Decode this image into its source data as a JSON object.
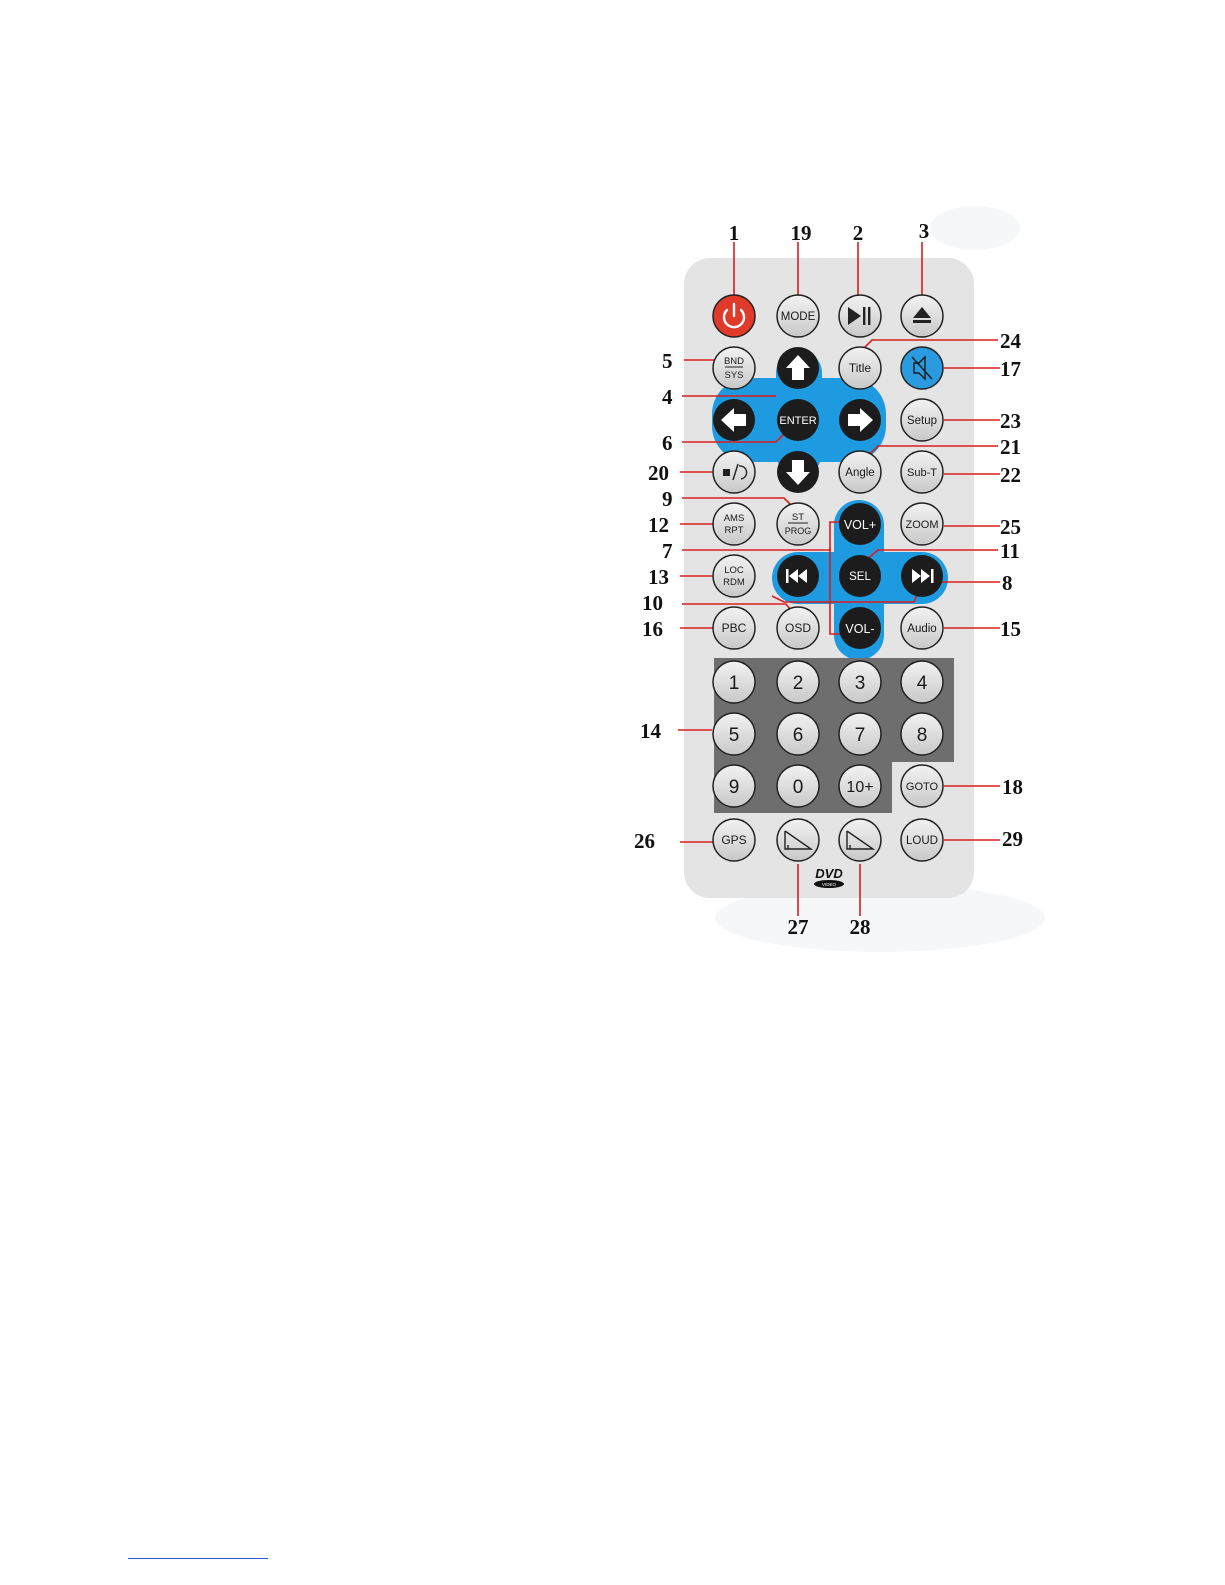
{
  "buttons": {
    "mode": "MODE",
    "title": "Title",
    "bnd": "BND",
    "sys": "SYS",
    "enter": "ENTER",
    "setup": "Setup",
    "angle": "Angle",
    "subt": "Sub-T",
    "st": "ST",
    "prog": "PROG",
    "ams": "AMS",
    "rpt": "RPT",
    "volplus": "VOL+",
    "zoom": "ZOOM",
    "loc": "LOC",
    "rdm": "RDM",
    "sel": "SEL",
    "pbc": "PBC",
    "osd": "OSD",
    "volminus": "VOL-",
    "audio": "Audio",
    "goto": "GOTO",
    "gps": "GPS",
    "loud": "LOUD",
    "digits": [
      "1",
      "2",
      "3",
      "4",
      "5",
      "6",
      "7",
      "8",
      "9",
      "0",
      "10+"
    ]
  },
  "logo": {
    "main": "DVD",
    "sub": "VIDEO"
  },
  "callouts": [
    "1",
    "19",
    "2",
    "3",
    "24",
    "5",
    "17",
    "4",
    "23",
    "6",
    "21",
    "20",
    "22",
    "9",
    "12",
    "25",
    "7",
    "11",
    "13",
    "8",
    "10",
    "16",
    "15",
    "14",
    "18",
    "26",
    "29",
    "27",
    "28"
  ],
  "colors": {
    "remote_body": "#e4e4e4",
    "blue_pad": "#1e9be0",
    "power": "#e03a2a",
    "mute": "#2a9be0",
    "numpad": "#6e6e6e",
    "callout_line": "#d81e1e"
  }
}
